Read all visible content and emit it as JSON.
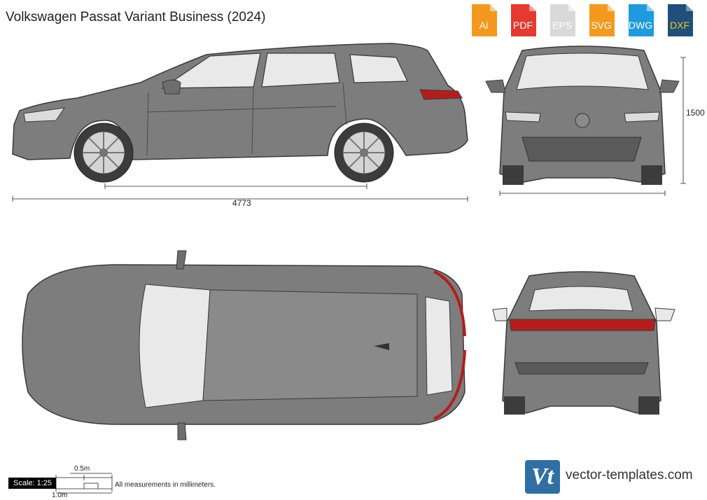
{
  "header": {
    "title": "Volkswagen Passat Variant Business (2024)"
  },
  "formats": [
    {
      "label": "Ai",
      "color": "#f39a1e"
    },
    {
      "label": "PDF",
      "color": "#e53a2f"
    },
    {
      "label": "EPS",
      "color": "#d9d9d9"
    },
    {
      "label": "SVG",
      "color": "#f39a1e"
    },
    {
      "label": "DWG",
      "color": "#1e9be0"
    },
    {
      "label": "DXF",
      "color": "#1f4f7a"
    }
  ],
  "dimensions": {
    "length": "4773",
    "height": "1500"
  },
  "scale": {
    "label": "Scale: 1:25",
    "half_meter": "0.5m",
    "one_meter": "1.0m"
  },
  "note": "All measurements in millimeters.",
  "brand": {
    "logo_text": "Vt",
    "site": "vector-templates.com"
  },
  "colors": {
    "body": "#7d7d7d",
    "glass": "#e9e9e9",
    "outline": "#3a3a3a",
    "taillight": "#b51d1d"
  }
}
